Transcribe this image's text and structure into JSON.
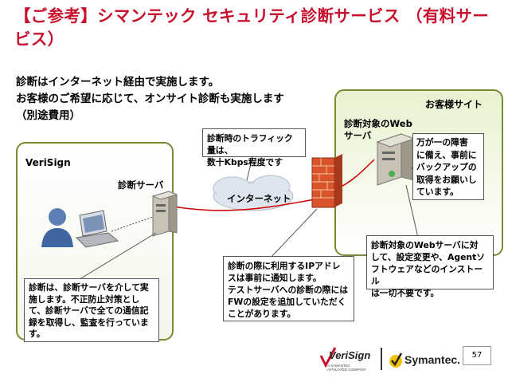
{
  "header": {
    "title": "【ご参考】シマンテック セキュリティ診断サービス （有料サービス）"
  },
  "intro": {
    "line1": "診断はインターネット経由で実施します。",
    "line2": "お客様のご希望に応じて、オンサイト診断も実施します",
    "line3": "（別途費用）"
  },
  "zones": {
    "verisign": "VeriSign",
    "customer": "お客様サイト"
  },
  "labels": {
    "diag_server": "診断サーバ",
    "target_server_line1": "診断対象のWeb",
    "target_server_line2": "サーバ",
    "internet": "インターネット"
  },
  "notes": {
    "traffic_line1": "診断時のトラフィック量は、",
    "traffic_line2": "数十Kbps程度です",
    "backup_line1": "万が一の障害",
    "backup_line2": "に備え、事前に",
    "backup_line3": "バックアップの",
    "backup_line4": "取得をお願いし",
    "backup_line5": "ています。",
    "webserver_line1": "診断対象のWebサーバに対",
    "webserver_line2": "して、設定変更や、Agentソ",
    "webserver_line3": "フトウェアなどのインストール",
    "webserver_line4": "は一切不要です。",
    "ip_line1": "診断の際に利用するIPアドレ",
    "ip_line2": "スは事前に通知します。",
    "ip_line3": "テストサーバへの診断の際には",
    "ip_line4": "FWの設定を追加していただく",
    "ip_line5": "ことがあります。",
    "diag_line1": "診断は、診断サーバを介して実",
    "diag_line2": "施します。不正防止対策とし",
    "diag_line3": "て、診断サーバで全ての通信記",
    "diag_line4": "録を取得し、監査を行っていま",
    "diag_line5": "す。"
  },
  "footer": {
    "verisign_logo": "VeriSign",
    "verisign_sub": "A SYMANTEC AFFILIATED COMPANY",
    "symantec_logo": "Symantec.",
    "page_number": "57"
  },
  "colors": {
    "title_red": "#c8102e",
    "zone_border": "#7a8a30",
    "line_red": "#cc0000",
    "firewall": "#d9542b"
  }
}
